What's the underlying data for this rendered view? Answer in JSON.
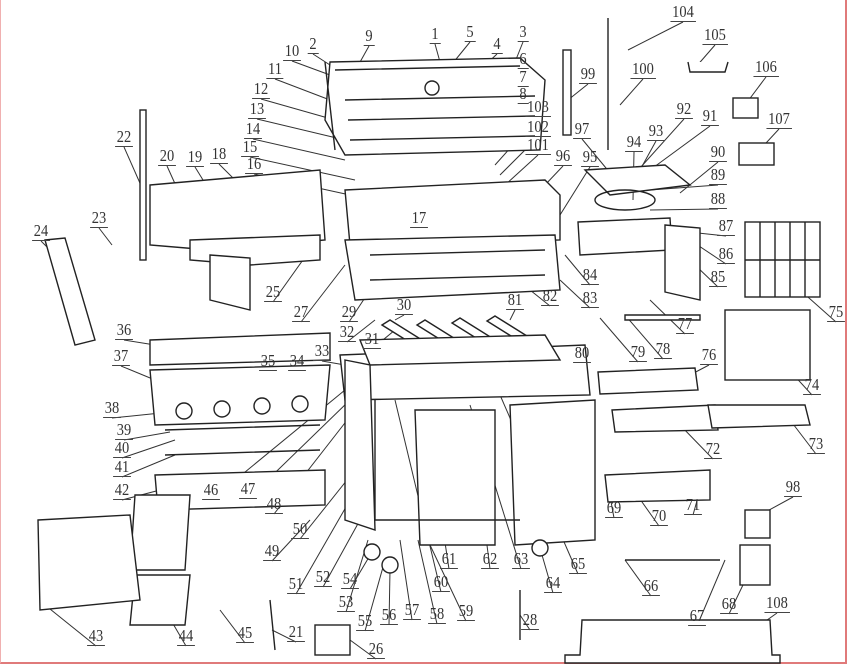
{
  "diagram": {
    "title": "Exploded parts diagram - gas grill",
    "part_labels": [
      "1",
      "2",
      "3",
      "4",
      "5",
      "6",
      "7",
      "8",
      "9",
      "10",
      "11",
      "12",
      "13",
      "14",
      "15",
      "16",
      "17",
      "18",
      "19",
      "20",
      "21",
      "22",
      "23",
      "24",
      "25",
      "26",
      "27",
      "28",
      "29",
      "30",
      "31",
      "32",
      "33",
      "34",
      "35",
      "36",
      "37",
      "38",
      "39",
      "40",
      "41",
      "42",
      "43",
      "44",
      "45",
      "46",
      "47",
      "48",
      "49",
      "50",
      "51",
      "52",
      "53",
      "54",
      "55",
      "56",
      "57",
      "58",
      "59",
      "60",
      "61",
      "62",
      "63",
      "64",
      "65",
      "66",
      "67",
      "68",
      "69",
      "70",
      "71",
      "72",
      "73",
      "74",
      "75",
      "76",
      "77",
      "78",
      "79",
      "80",
      "81",
      "82",
      "83",
      "84",
      "85",
      "86",
      "87",
      "88",
      "89",
      "90",
      "91",
      "92",
      "93",
      "94",
      "95",
      "96",
      "97",
      "98",
      "99",
      "100",
      "101",
      "102",
      "103",
      "104",
      "105",
      "106",
      "107",
      "108"
    ],
    "colors": {
      "line": "#222222",
      "label": "#333333",
      "border": "#e07a7a"
    }
  }
}
